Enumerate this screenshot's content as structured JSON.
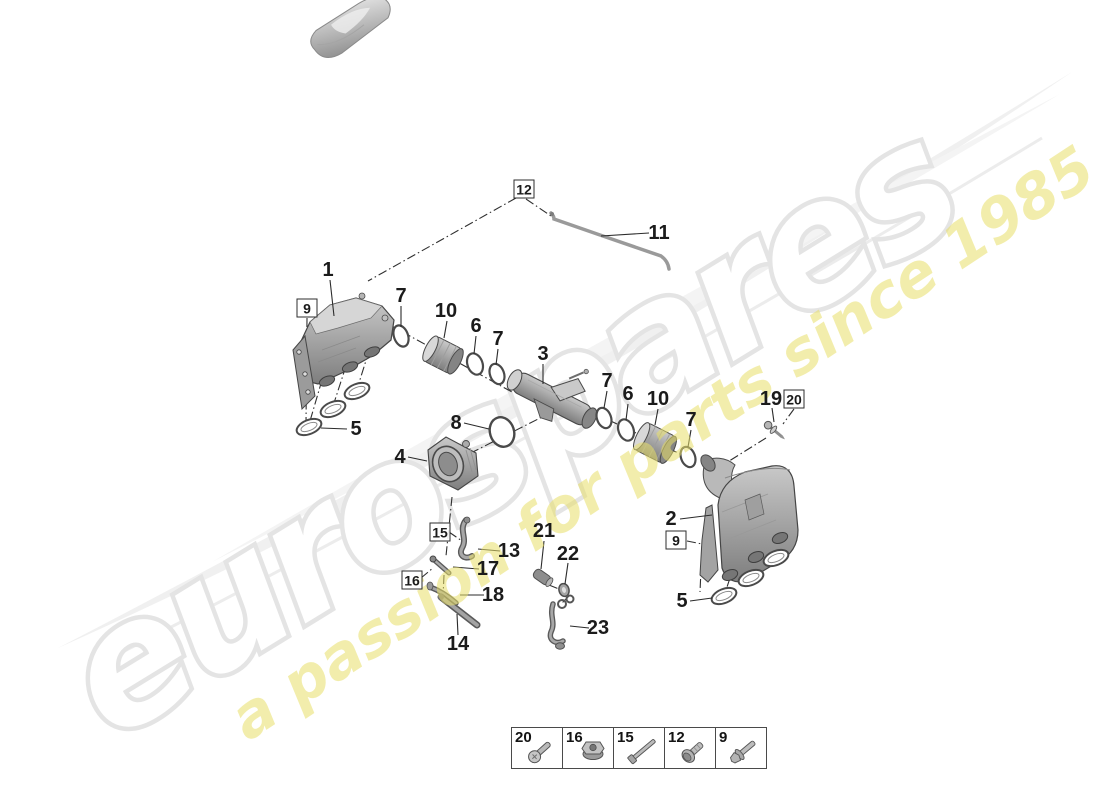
{
  "watermark": {
    "brand": "eurospares",
    "tagline": "a passion for parts since 1985",
    "brand_outline_color": "#e4e4e4",
    "tagline_color": "#e9e06a",
    "swoosh_color": "#ededed"
  },
  "callouts": [
    {
      "text": "1",
      "boxed": false
    },
    {
      "text": "9",
      "boxed": true
    },
    {
      "text": "7",
      "boxed": false
    },
    {
      "text": "10",
      "boxed": false
    },
    {
      "text": "6",
      "boxed": false
    },
    {
      "text": "7",
      "boxed": false
    },
    {
      "text": "3",
      "boxed": false
    },
    {
      "text": "5",
      "boxed": false
    },
    {
      "text": "8",
      "boxed": false
    },
    {
      "text": "4",
      "boxed": false
    },
    {
      "text": "7",
      "boxed": false
    },
    {
      "text": "6",
      "boxed": false
    },
    {
      "text": "10",
      "boxed": false
    },
    {
      "text": "7",
      "boxed": false
    },
    {
      "text": "19",
      "boxed": false
    },
    {
      "text": "20",
      "boxed": true
    },
    {
      "text": "12",
      "boxed": true
    },
    {
      "text": "11",
      "boxed": false
    },
    {
      "text": "2",
      "boxed": false
    },
    {
      "text": "9",
      "boxed": true
    },
    {
      "text": "5",
      "boxed": false
    },
    {
      "text": "15",
      "boxed": true
    },
    {
      "text": "13",
      "boxed": false
    },
    {
      "text": "17",
      "boxed": false
    },
    {
      "text": "16",
      "boxed": true
    },
    {
      "text": "18",
      "boxed": false
    },
    {
      "text": "14",
      "boxed": false
    },
    {
      "text": "21",
      "boxed": false
    },
    {
      "text": "22",
      "boxed": false
    },
    {
      "text": "23",
      "boxed": false
    }
  ],
  "legend": {
    "items": [
      {
        "label": "20",
        "icon": "pan-head-screw-icon"
      },
      {
        "label": "16",
        "icon": "flange-nut-icon"
      },
      {
        "label": "15",
        "icon": "long-bolt-icon"
      },
      {
        "label": "12",
        "icon": "flange-head-bolt-icon"
      },
      {
        "label": "9",
        "icon": "hex-flange-bolt-icon"
      }
    ]
  }
}
